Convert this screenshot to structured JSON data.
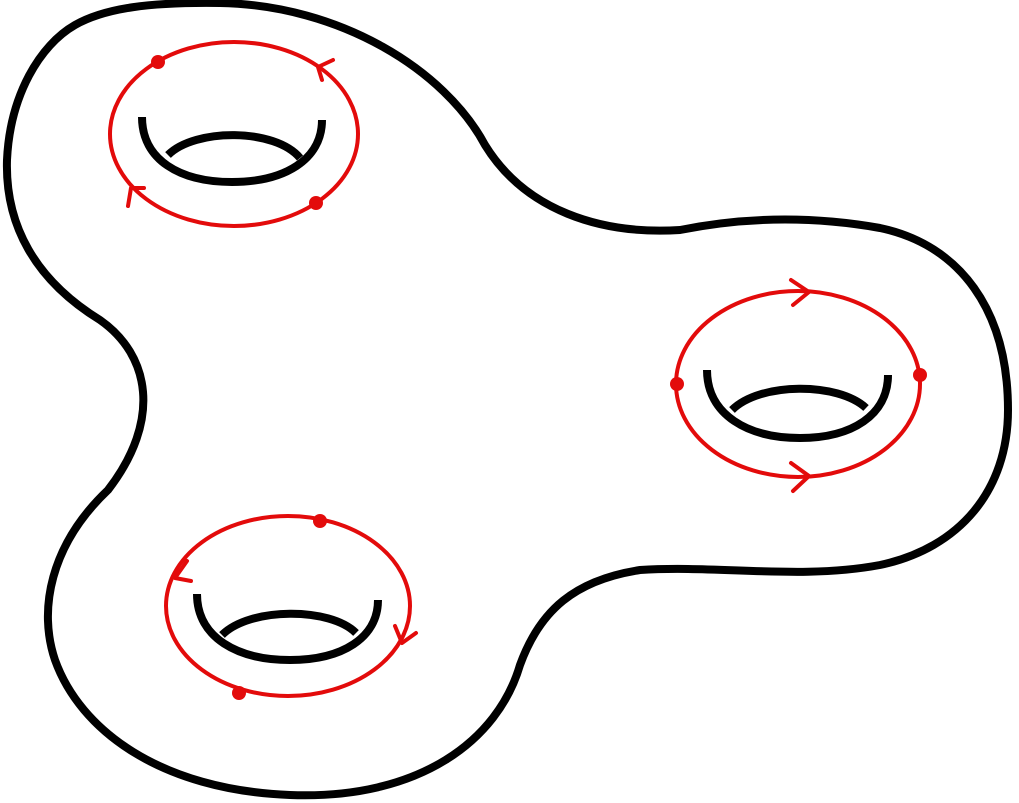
{
  "diagram": {
    "surface": {
      "genus": 3,
      "outline_color": "#000000",
      "fill_color": "#ffffff"
    },
    "holes": [
      {
        "id": "top-left"
      },
      {
        "id": "right"
      },
      {
        "id": "bottom-left"
      }
    ],
    "loops": [
      {
        "id": "loop-top-left",
        "color": "#e30b0b",
        "markers": 2,
        "arrows": 2,
        "direction": "counterclockwise"
      },
      {
        "id": "loop-right",
        "color": "#e30b0b",
        "markers": 2,
        "arrows": 2,
        "direction": "left-to-right"
      },
      {
        "id": "loop-bottom-left",
        "color": "#e30b0b",
        "markers": 2,
        "arrows": 2,
        "direction": "counterclockwise"
      }
    ]
  }
}
